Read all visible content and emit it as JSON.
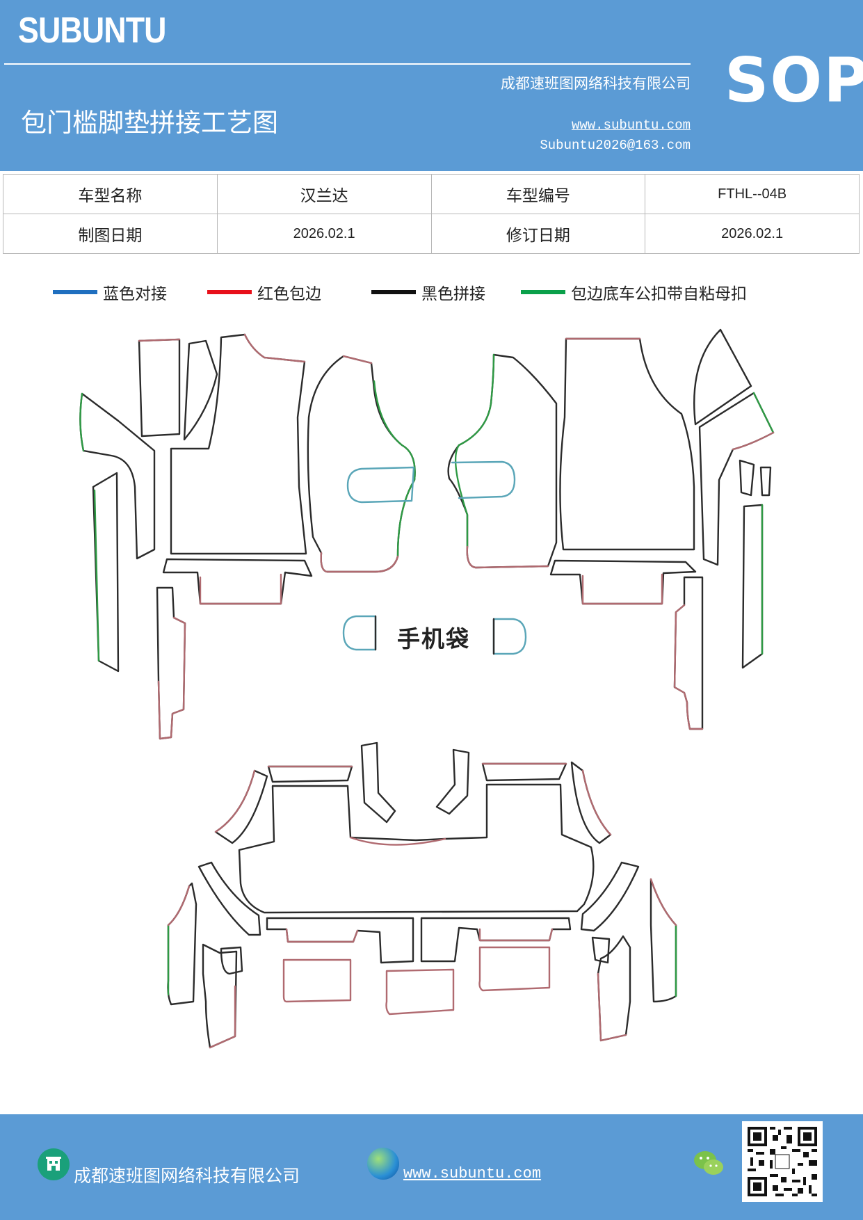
{
  "header": {
    "brand": "SUBUNTU",
    "title": "包门槛脚垫拼接工艺图",
    "company": "成都速班图网络科技有限公司",
    "website": "www.subuntu.com",
    "email": "Subuntu2026@163.com",
    "badge": "SOP",
    "accent_color": "#5b9bd5"
  },
  "info_table": {
    "rows": [
      [
        "车型名称",
        "汉兰达",
        "车型编号",
        "FTHL--04B"
      ],
      [
        "制图日期",
        "2026.02.1",
        "修订日期",
        "2026.02.1"
      ]
    ]
  },
  "legend": [
    {
      "label": "蓝色对接",
      "color": "#1f6fbf"
    },
    {
      "label": "红色包边",
      "color": "#e8101a"
    },
    {
      "label": "黑色拼接",
      "color": "#111111"
    },
    {
      "label": "包边底车公扣带自粘母扣",
      "color": "#0aa04a"
    }
  ],
  "diagram": {
    "pocket_label": "手机袋",
    "stroke_colors": {
      "seam": "#2b2b2b",
      "edge": "#b06a70",
      "butt": "#5aa6b8",
      "velcro": "#2e9a44"
    }
  },
  "footer": {
    "company": "成都速班图网络科技有限公司",
    "website": "www.subuntu.com",
    "icons": [
      "building-icon",
      "globe-icon",
      "wechat-icon",
      "qr-code"
    ]
  }
}
